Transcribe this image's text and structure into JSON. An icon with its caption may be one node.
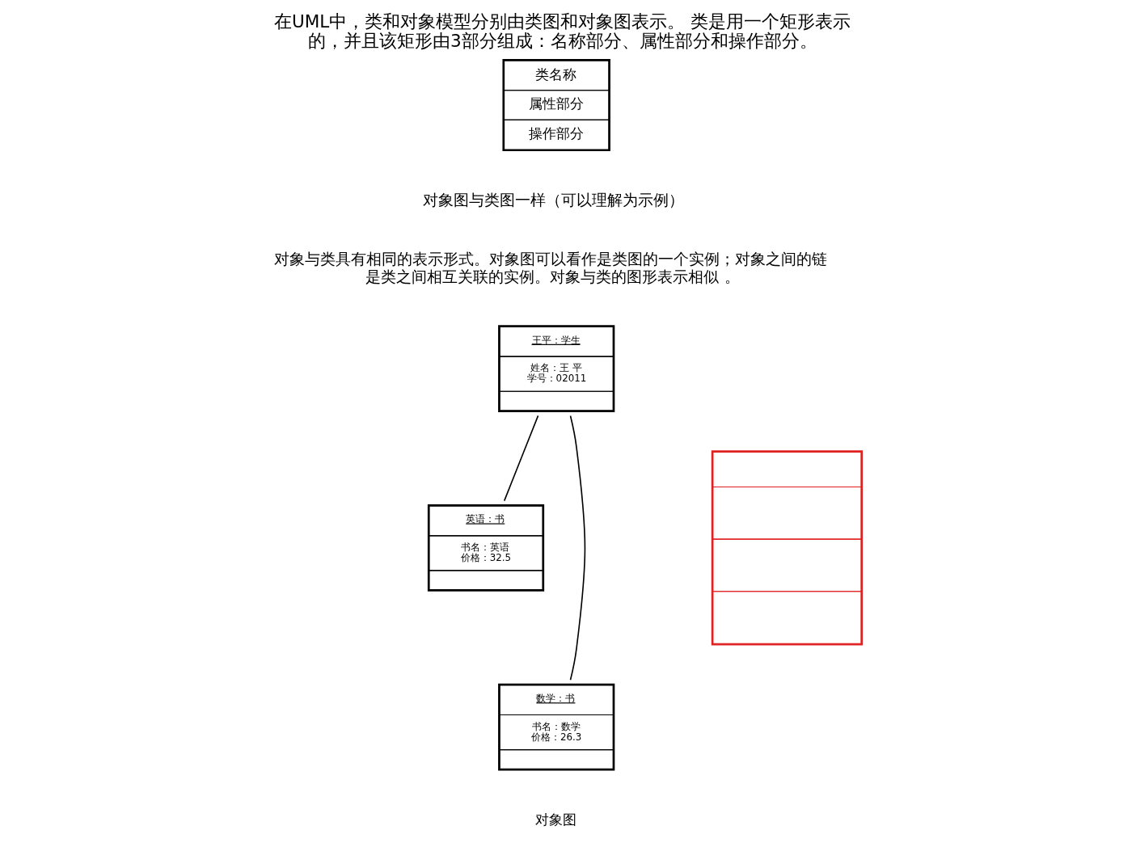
{
  "diagram": {
    "title": "在UML中，类和对象模型分别由类图和对象图表示。 类是用一个矩形表示的，并且该矩形由3部分组成：名称部分、属性部分和操作部分。",
    "nodes": [
      {
        "text": [
          "类名称",
          "属性部分",
          "操作部分"
        ]
      },
      {
        "text": [
          "王平：学生",
          "姓名：王 平",
          "学号：02011"
        ]
      },
      {
        "text": [
          "英语：书",
          "书名：英语",
          "价格：32.5"
        ]
      },
      {
        "text": [
          "数学：书",
          "书名：数学",
          "价格：26.3"
        ]
      },
      {
        "text": [],
        "shape": "box"
      }
    ],
    "edges": [
      {
        "from": 1,
        "to": 2,
        "arrow": "none"
      },
      {
        "from": 1,
        "to": 3,
        "arrow": "none"
      }
    ],
    "labels": [
      "对象图与类图一样（可以理解为示例）",
      "对象与类具有相同的表示形式。对象图可以看作是类图的一个实例；对象之间的链是类之间相互关联的实例。对象与类的图形表示相似 。",
      "对象图"
    ]
  }
}
